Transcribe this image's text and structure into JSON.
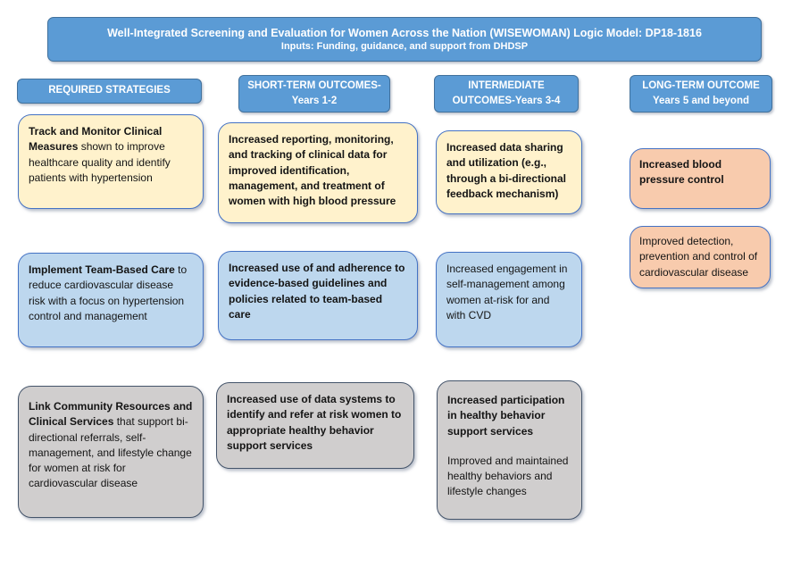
{
  "banner": {
    "title": "Well-Integrated Screening and Evaluation for Women Across the Nation (WISEWOMAN) Logic Model: DP18-1816",
    "subtitle": "Inputs: Funding, guidance, and support from DHDSP"
  },
  "headers": {
    "strategies": {
      "line1": "REQUIRED STRATEGIES",
      "line2": ""
    },
    "short_term": {
      "line1": "SHORT-TERM OUTCOMES-",
      "line2": "Years 1-2"
    },
    "intermediate": {
      "line1": "INTERMEDIATE",
      "line2": "OUTCOMES-Years 3-4"
    },
    "long_term": {
      "line1": "LONG-TERM OUTCOME",
      "line2": "Years 5 and beyond"
    }
  },
  "boxes": {
    "track_monitor": {
      "bold": "Track and Monitor Clinical Measures",
      "rest": " shown to improve healthcare quality and identify patients with hypertension"
    },
    "reporting": {
      "bold": "Increased reporting, monitoring, and tracking of clinical data for improved identification, management, and treatment of women with high blood pressure",
      "rest": ""
    },
    "data_sharing": {
      "bold": "Increased data sharing and utilization (e.g., through a bi-directional feedback mechanism)",
      "rest": ""
    },
    "bp_control": {
      "bold": "Increased blood pressure control",
      "rest": ""
    },
    "team_based_care": {
      "bold": "Implement Team-Based Care",
      "rest": " to reduce cardiovascular disease risk with a focus on hypertension control and management"
    },
    "guidelines": {
      "bold": "Increased use of and adherence to evidence-based guidelines and policies related to team-based care",
      "rest": ""
    },
    "engagement": {
      "bold": "",
      "rest": "Increased engagement in self-management among women at-risk for and with CVD"
    },
    "detection": {
      "bold": "",
      "rest": "Improved detection, prevention and control of cardiovascular disease"
    },
    "link_community": {
      "bold": "Link Community Resources and Clinical Services",
      "rest": " that support bi-directional referrals, self-management, and lifestyle change for women at risk for cardiovascular disease"
    },
    "data_systems": {
      "bold": "Increased use of data systems to identify and refer at risk women to appropriate healthy behavior support services",
      "rest": ""
    },
    "participation": {
      "bold": "Increased participation in healthy behavior support services",
      "rest": "Improved and maintained healthy behaviors and lifestyle changes"
    }
  },
  "colors": {
    "header_fill": "#5B9BD5",
    "header_border": "#41719C",
    "row1_fill_cream": "#FFF2CC",
    "row2_fill_blue": "#BDD7EE",
    "row3_fill_gray": "#D0CECE",
    "long_term_fill_orange": "#F8CBAD",
    "box_border_blue": "#4472C4",
    "box_border_gray": "#44546A"
  }
}
